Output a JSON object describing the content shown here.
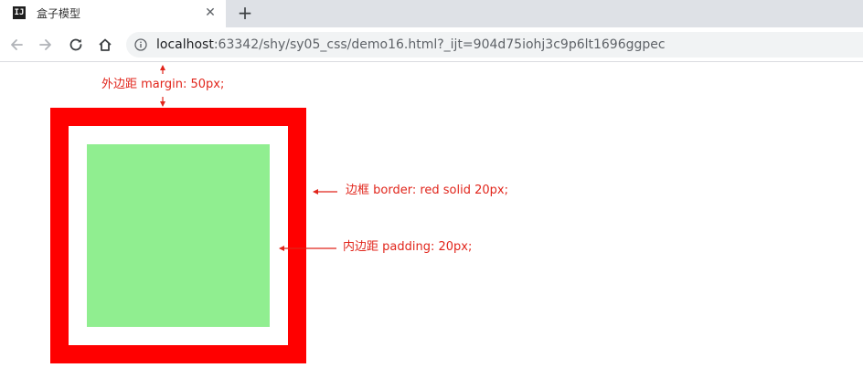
{
  "browser": {
    "tab": {
      "favicon_text": "IJ",
      "title": "盒子模型",
      "close_glyph": "✕"
    },
    "new_tab_glyph": "+",
    "address_bar": {
      "host": "localhost",
      "rest": ":63342/shy/sy05_css/demo16.html?_ijt=904d75iohj3c9p6lt1696ggpec"
    }
  },
  "page": {
    "annotations": {
      "margin": "外边距 margin: 50px;",
      "border": "边框  border: red solid 20px;",
      "padding": "内边距 padding: 20px;"
    },
    "colors": {
      "border": "#ff0000",
      "content": "#90ee90",
      "annotation": "#e1251b"
    }
  }
}
